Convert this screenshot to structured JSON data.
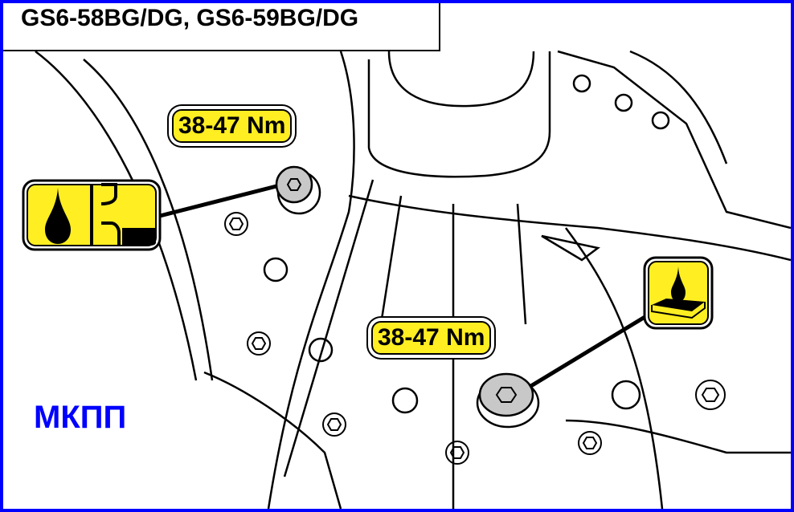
{
  "title": "GS6-58BG/DG, GS6-59BG/DG",
  "torque_upper": "38-47 Nm",
  "torque_lower": "38-47 Nm",
  "side_label": "МКПП",
  "icons": [
    "oil-fill-level-icon",
    "oil-drain-icon"
  ],
  "colors": {
    "frame": "#0000ff",
    "badge": "#ffee22",
    "label": "#0000ff"
  }
}
